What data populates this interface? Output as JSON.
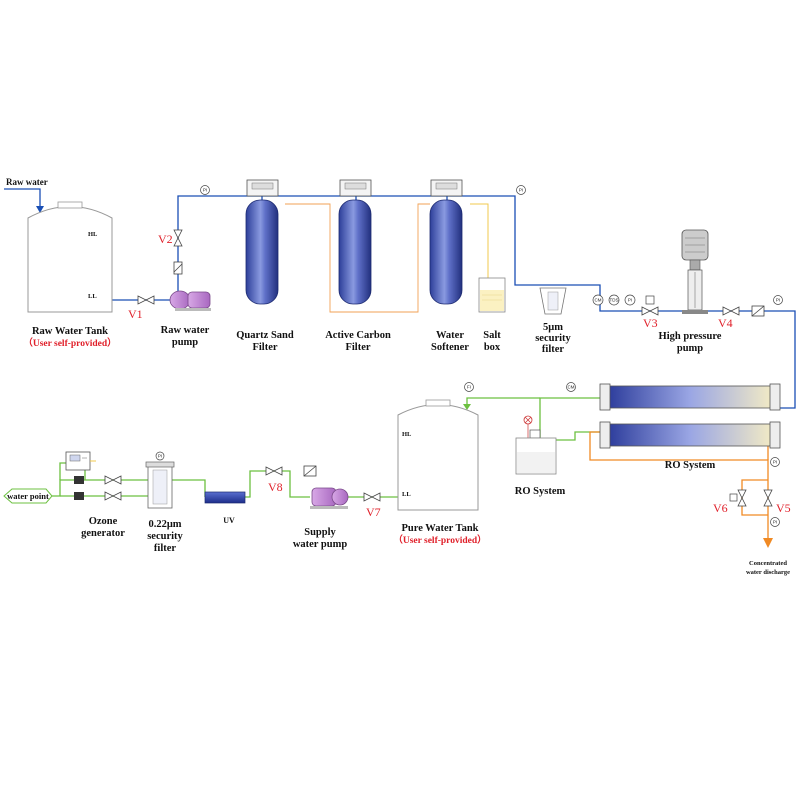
{
  "labels": {
    "raw_water": "Raw water",
    "raw_tank_line1": "Raw Water Tank",
    "raw_tank_line2": "（User self-provided）",
    "raw_pump_line1": "Raw water",
    "raw_pump_line2": "pump",
    "quartz_line1": "Quartz Sand",
    "quartz_line2": "Filter",
    "carbon_line1": "Active Carbon",
    "carbon_line2": "Filter",
    "softener_line1": "Water",
    "softener_line2": "Softener",
    "salt_line1": "Salt",
    "salt_line2": "box",
    "security5_line1": "5μm",
    "security5_line2": "security",
    "security5_line3": "filter",
    "hp_pump_line1": "High pressure",
    "hp_pump_line2": "pump",
    "ro_system_center": "RO System",
    "ro_system_right": "RO System",
    "concentrate_line1": "Concentrated",
    "concentrate_line2": "water discharge",
    "pure_tank_line1": "Pure Water Tank",
    "pure_tank_line2": "（User self-provided）",
    "supply_pump_line1": "Supply",
    "supply_pump_line2": "water pump",
    "uv": "UV",
    "security022_line1": "0.22μm",
    "security022_line2": "security",
    "security022_line3": "filter",
    "ozone_line1": "Ozone",
    "ozone_line2": "generator",
    "water_point": "water point"
  },
  "valves": {
    "v1": "V1",
    "v2": "V2",
    "v3": "V3",
    "v4": "V4",
    "v5": "V5",
    "v6": "V6",
    "v7": "V7",
    "v8": "V8"
  },
  "level_marks": {
    "high": "HL",
    "low": "LL"
  },
  "gauges": {
    "pi": "PI",
    "pi_small": "PI",
    "fi": "FI",
    "cm": "CM",
    "tds": "TDS"
  },
  "colors": {
    "raw_line": "#1a4fb5",
    "pure_line": "#6cc040",
    "concentrate_line": "#f08a24",
    "carbon_line": "#f2a255",
    "salt_line": "#f2c94c",
    "valve_label": "#e0202a"
  }
}
